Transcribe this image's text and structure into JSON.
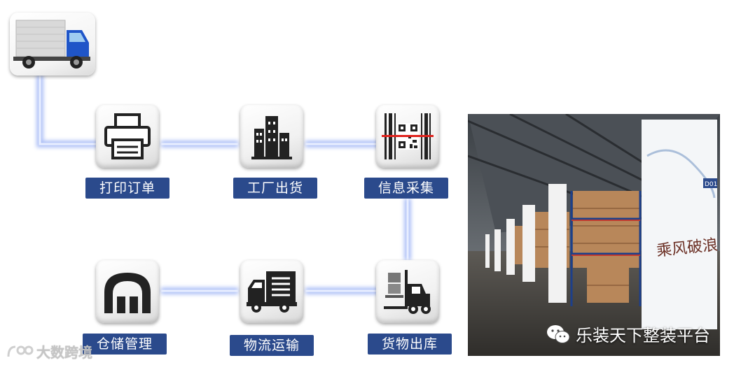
{
  "flow": {
    "steps": [
      {
        "label": "打印订单",
        "icon": "printer-icon"
      },
      {
        "label": "工厂出货",
        "icon": "factory-icon"
      },
      {
        "label": "信息采集",
        "icon": "qr-scan-icon"
      },
      {
        "label": "货物出库",
        "icon": "forklift-icon"
      },
      {
        "label": "物流运输",
        "icon": "delivery-truck-icon"
      },
      {
        "label": "仓储管理",
        "icon": "warehouse-icon"
      }
    ],
    "start_icon": "truck-icon",
    "label_color": "#2b4a8c",
    "connector_color": "#4f74e0"
  },
  "photo": {
    "caption": "乐装天下整装平台",
    "banner_text": "乘风破浪 筑梦远航",
    "banner_code": "D01",
    "caption_icon": "wechat-icon"
  },
  "watermark": {
    "text": "大数跨境"
  }
}
